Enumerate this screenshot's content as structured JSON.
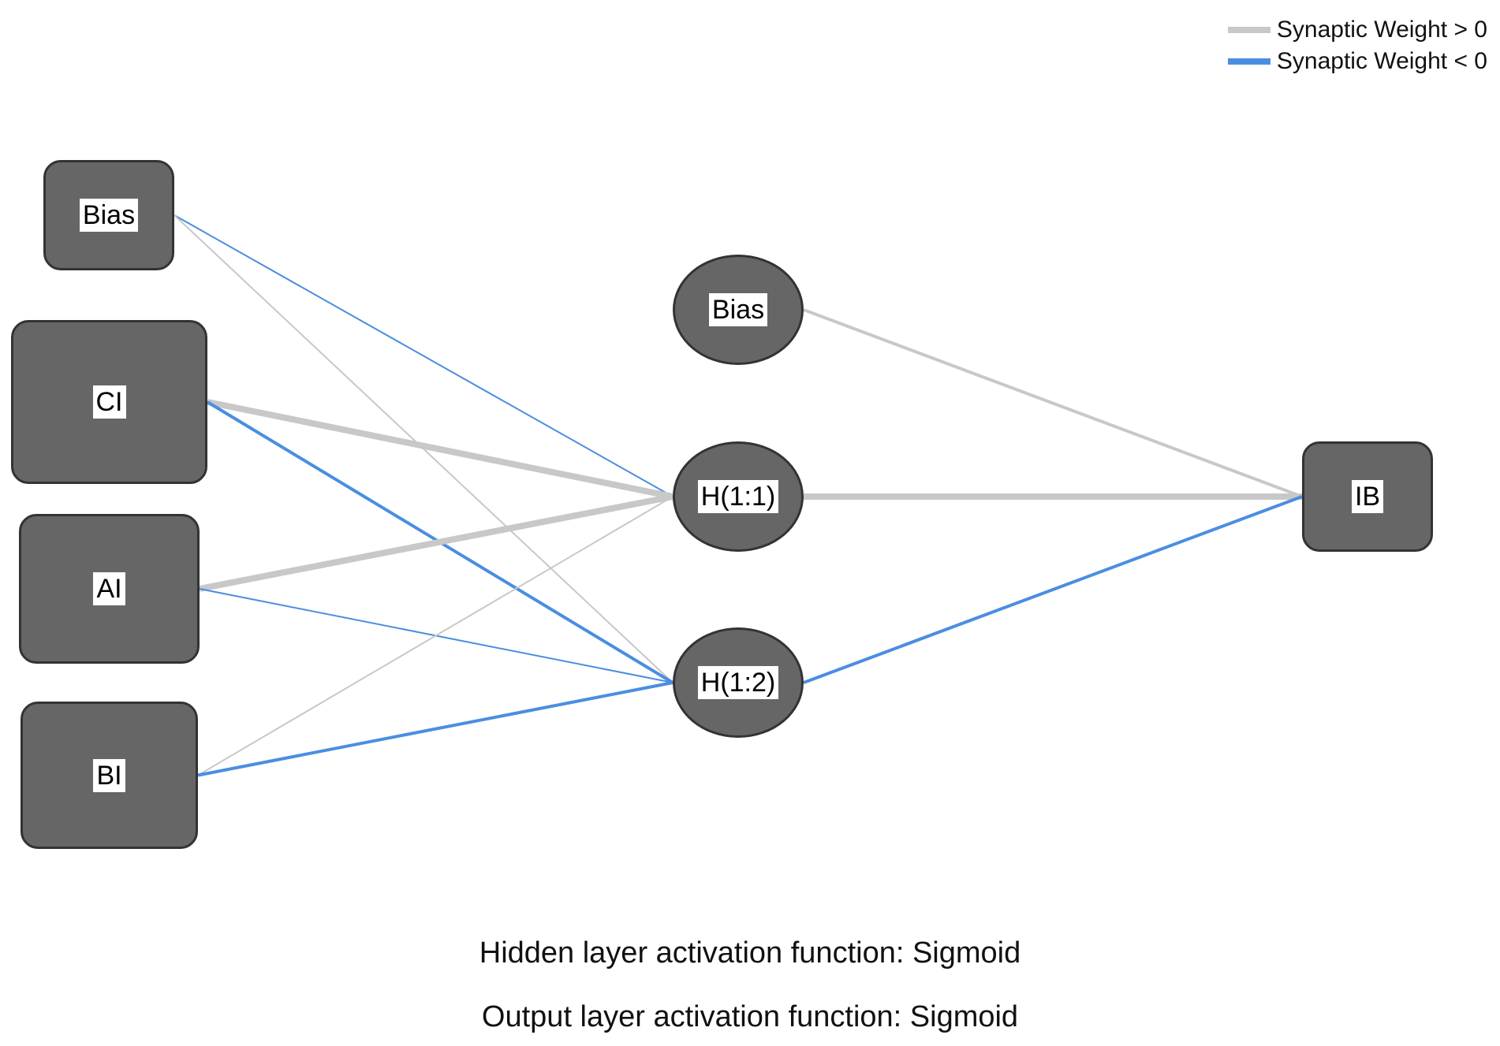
{
  "legend": {
    "positive": {
      "label": "Synaptic Weight > 0",
      "color": "#c8c8c8"
    },
    "negative": {
      "label": "Synaptic Weight < 0",
      "color": "#4a8ee0"
    }
  },
  "nodes": {
    "input_bias": "Bias",
    "ci": "CI",
    "ai": "AI",
    "bi": "BI",
    "hidden_bias": "Bias",
    "h11": "H(1:1)",
    "h12": "H(1:2)",
    "ib": "IB"
  },
  "connections": [
    {
      "from": "input_bias",
      "to": "h11",
      "sign": "negative",
      "strength": "thin"
    },
    {
      "from": "input_bias",
      "to": "h12",
      "sign": "positive",
      "strength": "thin"
    },
    {
      "from": "ci",
      "to": "h11",
      "sign": "positive",
      "strength": "thick"
    },
    {
      "from": "ci",
      "to": "h12",
      "sign": "negative",
      "strength": "medium"
    },
    {
      "from": "ai",
      "to": "h11",
      "sign": "positive",
      "strength": "thick"
    },
    {
      "from": "ai",
      "to": "h12",
      "sign": "negative",
      "strength": "thin"
    },
    {
      "from": "bi",
      "to": "h11",
      "sign": "positive",
      "strength": "thin"
    },
    {
      "from": "bi",
      "to": "h12",
      "sign": "negative",
      "strength": "medium"
    },
    {
      "from": "hidden_bias",
      "to": "ib",
      "sign": "positive",
      "strength": "medium"
    },
    {
      "from": "h11",
      "to": "ib",
      "sign": "positive",
      "strength": "thick"
    },
    {
      "from": "h12",
      "to": "ib",
      "sign": "negative",
      "strength": "medium"
    }
  ],
  "footer": {
    "hidden_activation": "Hidden layer activation function:  Sigmoid",
    "output_activation": "Output layer activation function:  Sigmoid"
  }
}
